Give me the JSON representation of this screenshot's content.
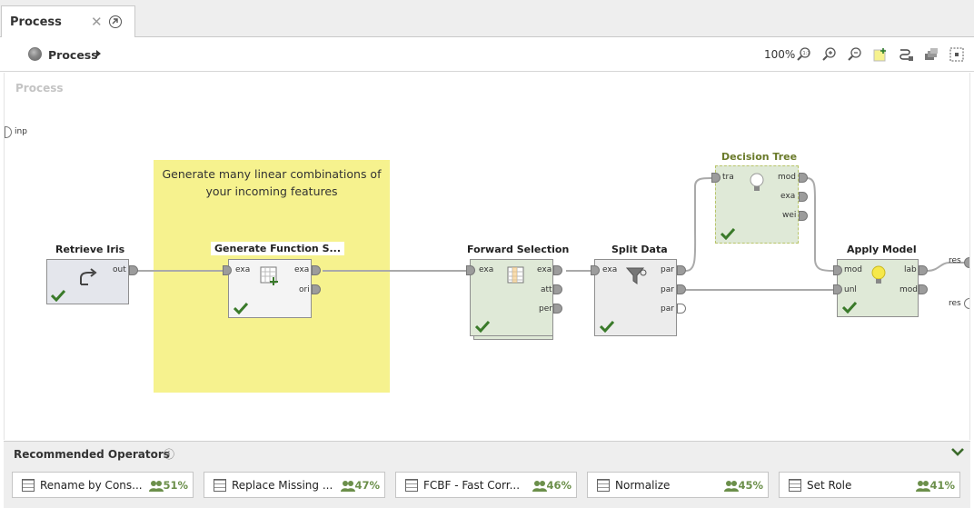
{
  "tab": {
    "title": "Process",
    "close_glyph": "✕",
    "undock_icon": "undock-icon"
  },
  "breadcrumb": {
    "label": "Process",
    "icon": "process-icon"
  },
  "toolbar": {
    "zoom": "100%",
    "icons": [
      "zoom-fit-icon",
      "zoom-in-icon",
      "zoom-out-icon",
      "add-note-icon",
      "auto-wire-icon",
      "arrange-icon",
      "fit-window-icon"
    ]
  },
  "canvas": {
    "label": "Process",
    "input_port": "inp",
    "result_ports": [
      "res",
      "res"
    ],
    "note": "Generate many linear combinations of your incoming features",
    "operators": [
      {
        "title": "Retrieve Iris",
        "ports_in": [],
        "ports_out": [
          "out"
        ]
      },
      {
        "title": "Generate Function S...",
        "ports_in": [
          "exa"
        ],
        "ports_out": [
          "exa",
          "ori"
        ]
      },
      {
        "title": "Forward Selection",
        "ports_in": [
          "exa"
        ],
        "ports_out": [
          "exa",
          "att",
          "per"
        ]
      },
      {
        "title": "Split Data",
        "ports_in": [
          "exa"
        ],
        "ports_out": [
          "par",
          "par",
          "par"
        ]
      },
      {
        "title": "Decision Tree",
        "ports_in": [
          "tra"
        ],
        "ports_out": [
          "mod",
          "exa",
          "wei"
        ]
      },
      {
        "title": "Apply Model",
        "ports_in": [
          "mod",
          "unl"
        ],
        "ports_out": [
          "lab",
          "mod"
        ]
      }
    ]
  },
  "recommended": {
    "title": "Recommended Operators",
    "info_glyph": "ⓘ",
    "accent": "#6b8f4a",
    "items": [
      {
        "label": "Rename by Cons...",
        "pct": "51%"
      },
      {
        "label": "Replace Missing ...",
        "pct": "47%"
      },
      {
        "label": "FCBF - Fast Corr...",
        "pct": "46%"
      },
      {
        "label": "Normalize",
        "pct": "45%"
      },
      {
        "label": "Set Role",
        "pct": "41%"
      }
    ]
  }
}
